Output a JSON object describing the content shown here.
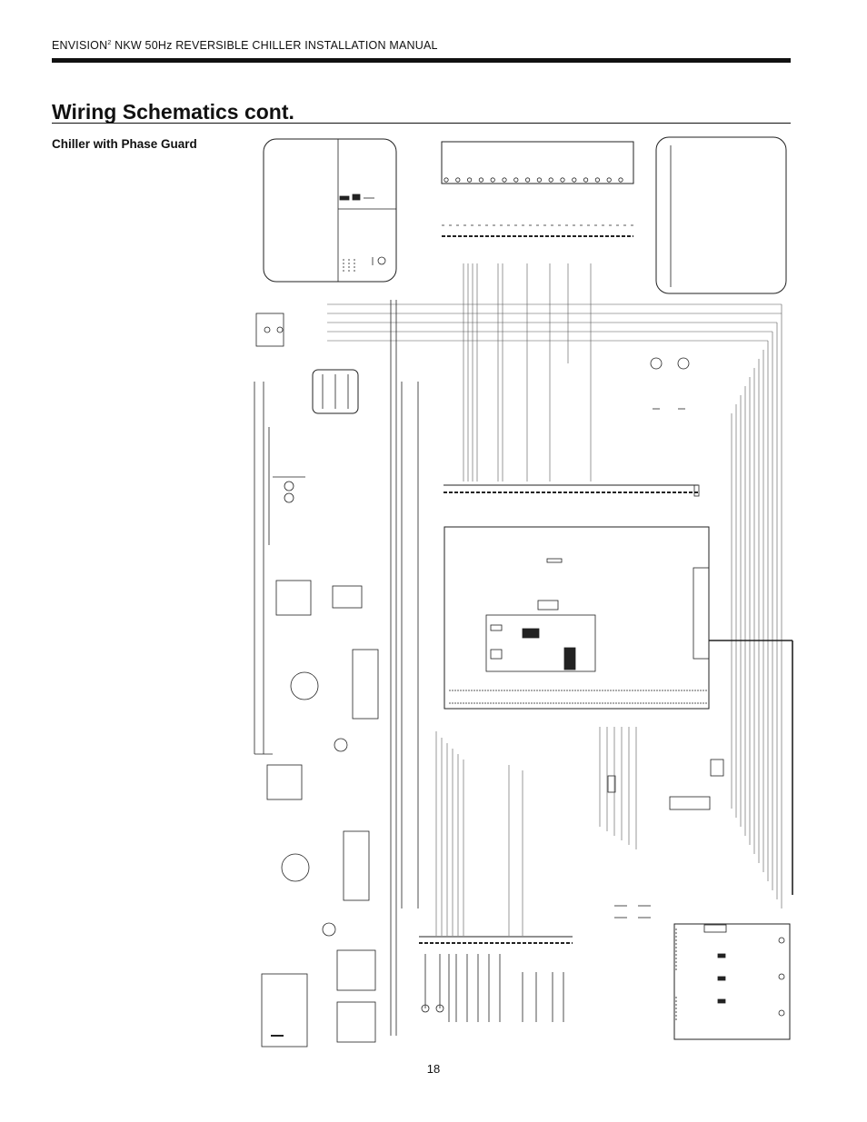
{
  "header": {
    "manual_brand": "ENVISION",
    "manual_brand_superscript": "2",
    "manual_title": " NKW 50Hz REVERSIBLE CHILLER INSTALLATION MANUAL"
  },
  "page": {
    "title": "Wiring Schematics cont.",
    "section_heading": "Chiller with Phase Guard",
    "page_number": "18"
  }
}
